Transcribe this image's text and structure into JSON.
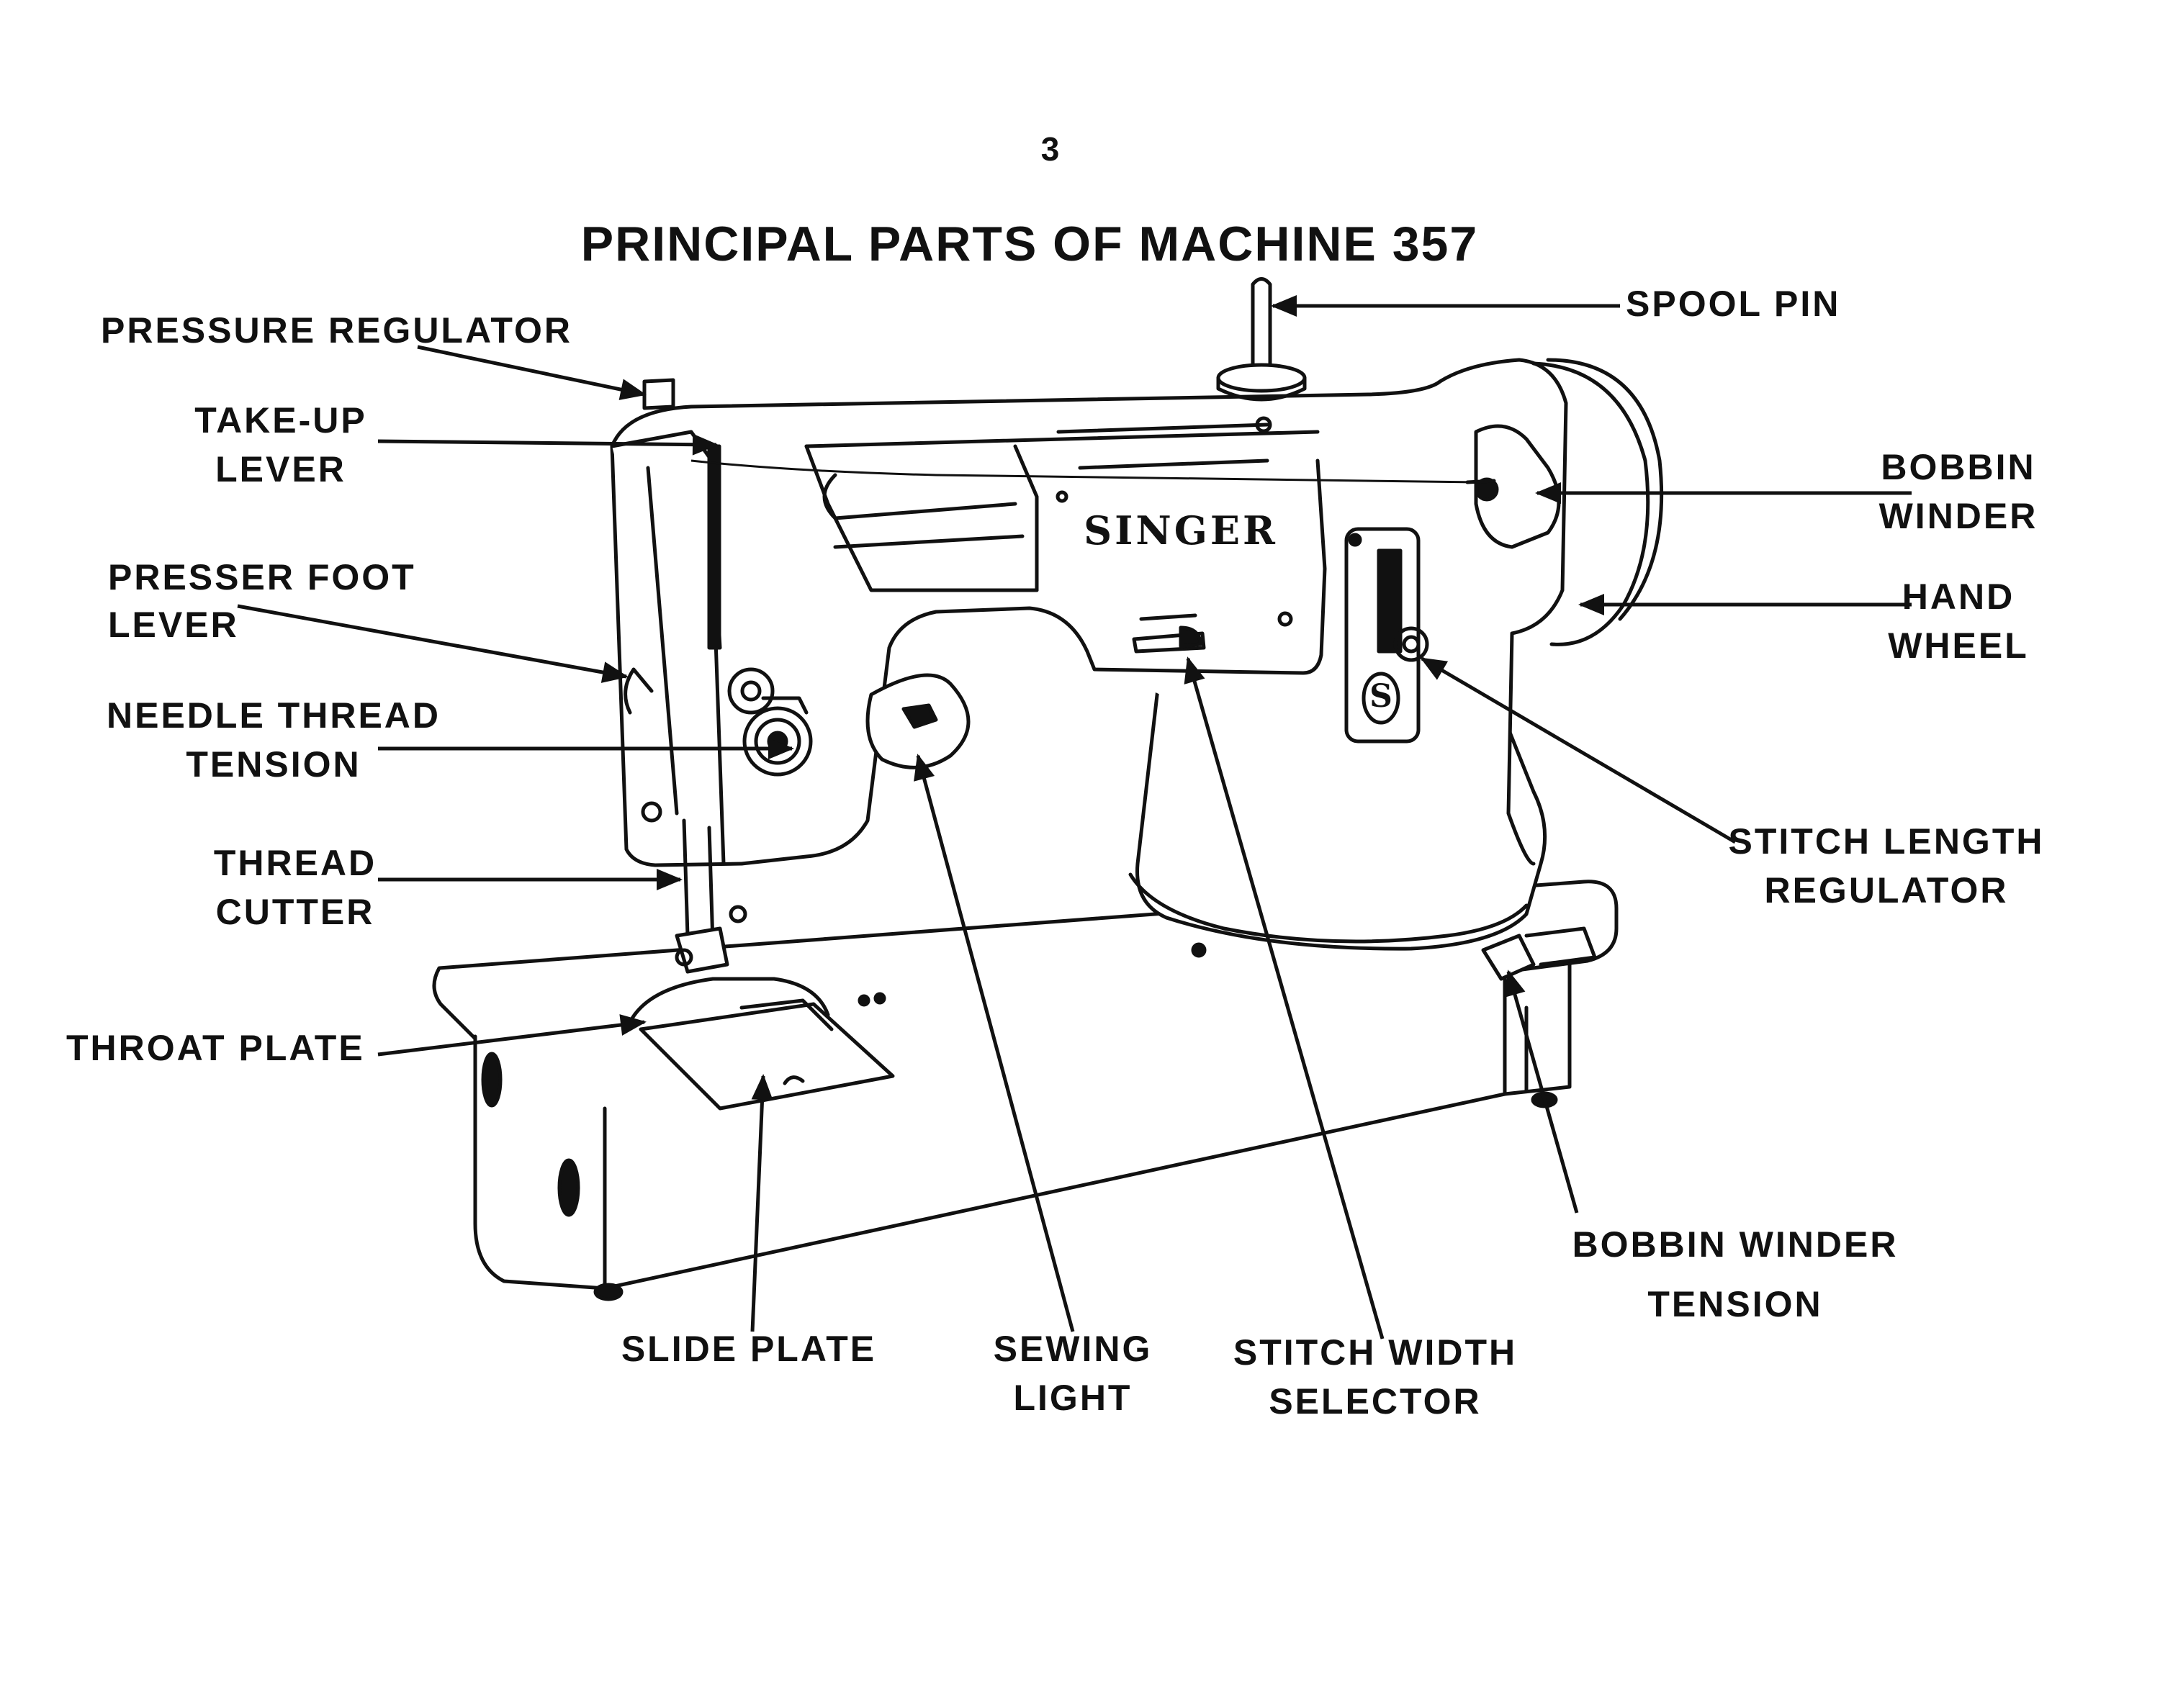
{
  "page": {
    "number": "3",
    "title": "PRINCIPAL PARTS OF MACHINE 357"
  },
  "machine": {
    "brand": "SINGER",
    "badge": "S"
  },
  "labels": {
    "pressure_regulator": "PRESSURE REGULATOR",
    "take_up_lever": [
      "TAKE-UP",
      "LEVER"
    ],
    "presser_foot_lever": [
      "PRESSER FOOT",
      "LEVER"
    ],
    "needle_thread_tension": [
      "NEEDLE THREAD",
      "TENSION"
    ],
    "thread_cutter": [
      "THREAD",
      "CUTTER"
    ],
    "throat_plate": "THROAT PLATE",
    "slide_plate": "SLIDE PLATE",
    "sewing_light": [
      "SEWING",
      "LIGHT"
    ],
    "stitch_width_selector": [
      "STITCH WIDTH",
      "SELECTOR"
    ],
    "bobbin_winder_tension": [
      "BOBBIN WINDER",
      "TENSION"
    ],
    "stitch_length_regulator": [
      "STITCH LENGTH",
      "REGULATOR"
    ],
    "hand_wheel": [
      "HAND",
      "WHEEL"
    ],
    "bobbin_winder": [
      "BOBBIN",
      "WINDER"
    ],
    "spool_pin": "SPOOL PIN"
  },
  "colors": {
    "ink": "#111111",
    "paper": "#ffffff"
  }
}
